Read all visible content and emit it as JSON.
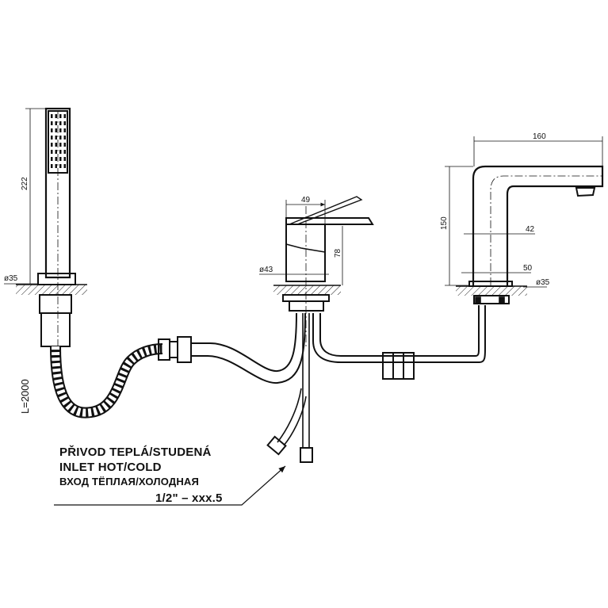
{
  "hand_shower": {
    "length_dim": "222",
    "diameter_dim": "ø35"
  },
  "hose": {
    "length_label": "L=2000"
  },
  "mixer": {
    "width_dim": "49",
    "height_dim": "78",
    "diameter_dim": "ø43"
  },
  "spout": {
    "reach_dim": "160",
    "height_dim": "150",
    "width_dim": "42",
    "base_dim": "50",
    "diameter_dim": "ø35"
  },
  "inlet_note": {
    "lines": [
      "PŘIVOD TEPLÁ/STUDENÁ",
      "INLET HOT/COLD",
      "ВХОД ТЁПЛАЯ/ХОЛОДНАЯ"
    ],
    "thread": "1/2\" – xxx.5"
  }
}
